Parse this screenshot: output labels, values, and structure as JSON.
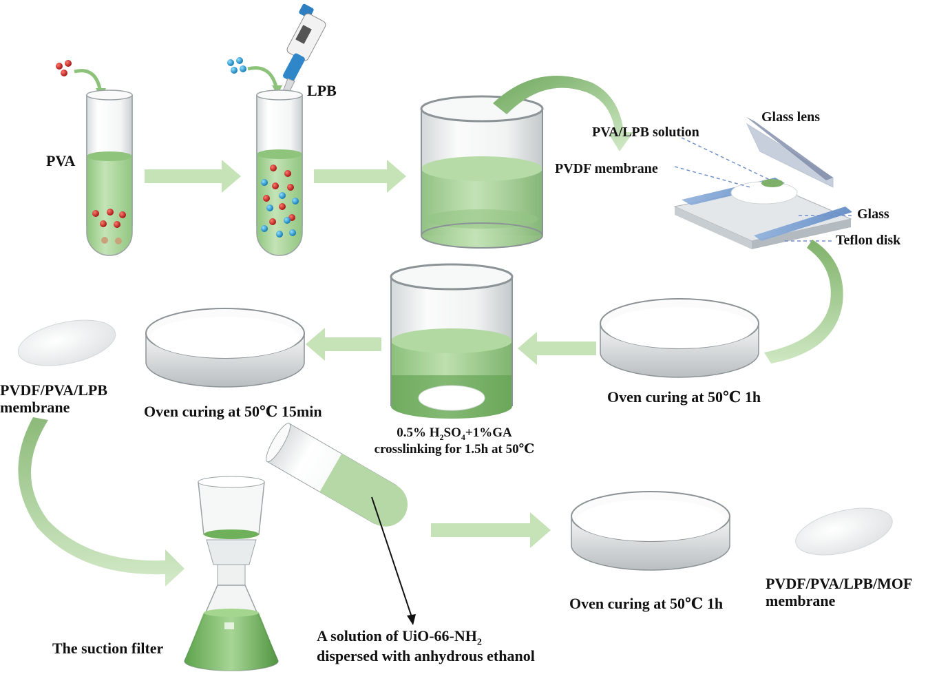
{
  "labels": {
    "pva": "PVA",
    "lpb": "LPB",
    "glass_lens": "Glass lens",
    "pva_lpb_solution": "PVA/LPB solution",
    "pvdf_membrane": "PVDF membrane",
    "glass": "Glass",
    "teflon_disk": "Teflon disk",
    "oven_curing_1h_top": "Oven curing at 50℃ 1h",
    "crosslink_line1_pre": "0.5% H",
    "crosslink_sub1": "2",
    "crosslink_mid": "SO",
    "crosslink_sub2": "4",
    "crosslink_post": "+1%GA",
    "crosslink_line2": "crosslinking for 1.5h at 50℃",
    "oven_curing_15min": "Oven curing at 50℃ 15min",
    "pvdf_pva_lpb_line1": "PVDF/PVA/LPB",
    "pvdf_pva_lpb_line2": "membrane",
    "suction_filter": "The suction filter",
    "uio_line1_pre": "A solution of UiO-66-NH",
    "uio_sub": "2",
    "uio_line2": "dispersed with anhydrous ethanol",
    "oven_curing_1h_bottom": "Oven curing at 50℃ 1h",
    "final_line1": "PVDF/PVA/LPB/MOF",
    "final_line2": "membrane"
  },
  "colors": {
    "arrow": "#b8dba6",
    "arrow_dark": "#7fb26a",
    "solution": "#a9d49a",
    "red_particle": "#c62020",
    "blue_particle": "#1f9ad6",
    "glass": "#e9eef0",
    "glass_edge": "#8c9396",
    "plate_blue": "#6f94c8"
  }
}
